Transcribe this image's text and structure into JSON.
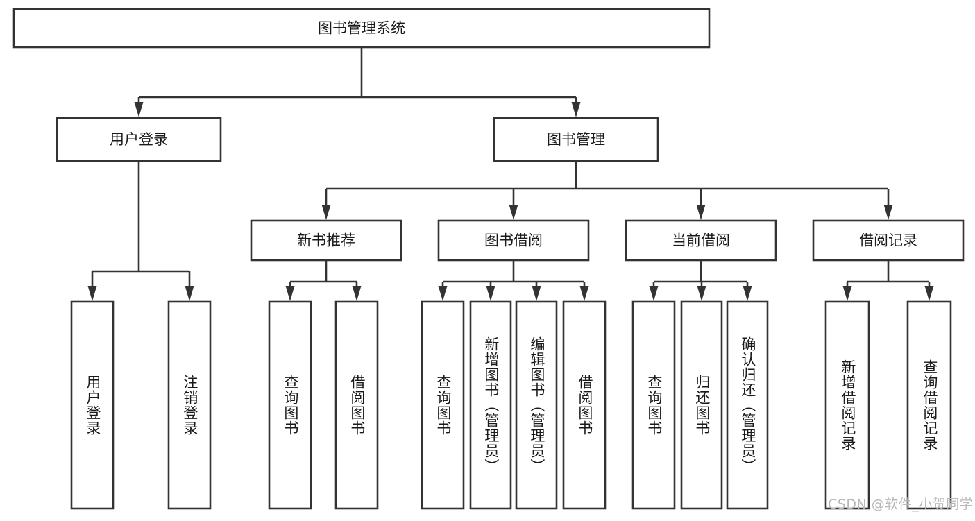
{
  "diagram": {
    "type": "tree",
    "title_node": {
      "label": "图书管理系统"
    },
    "colors": {
      "box_stroke": "#333333",
      "box_fill": "#ffffff",
      "text": "#1a1a1a",
      "watermark": "#b8b8b8",
      "background": "#ffffff"
    },
    "levels": {
      "level1": [
        {
          "id": "root",
          "label": "图书管理系统"
        }
      ],
      "level2": [
        {
          "id": "user-login",
          "label": "用户登录",
          "parent": "root"
        },
        {
          "id": "book-manage",
          "label": "图书管理",
          "parent": "root"
        }
      ],
      "level3": [
        {
          "id": "new-book-rec",
          "label": "新书推荐",
          "parent": "book-manage"
        },
        {
          "id": "book-borrow",
          "label": "图书借阅",
          "parent": "book-manage"
        },
        {
          "id": "current-borrow",
          "label": "当前借阅",
          "parent": "book-manage"
        },
        {
          "id": "borrow-record",
          "label": "借阅记录",
          "parent": "book-manage"
        }
      ],
      "leaves": [
        {
          "id": "leaf-user-login",
          "label": "用户登录",
          "parent": "user-login"
        },
        {
          "id": "leaf-user-logout",
          "label": "注销登录",
          "parent": "user-login"
        },
        {
          "id": "leaf-query-book-1",
          "label": "查询图书",
          "parent": "new-book-rec"
        },
        {
          "id": "leaf-borrow-book-1",
          "label": "借阅图书",
          "parent": "new-book-rec"
        },
        {
          "id": "leaf-query-book-2",
          "label": "查询图书",
          "parent": "book-borrow"
        },
        {
          "id": "leaf-add-book",
          "label": "新增图书（管理员）",
          "parent": "book-borrow"
        },
        {
          "id": "leaf-edit-book",
          "label": "编辑图书（管理员）",
          "parent": "book-borrow"
        },
        {
          "id": "leaf-borrow-book-2",
          "label": "借阅图书",
          "parent": "book-borrow"
        },
        {
          "id": "leaf-query-book-3",
          "label": "查询图书",
          "parent": "current-borrow"
        },
        {
          "id": "leaf-return-book",
          "label": "归还图书",
          "parent": "current-borrow"
        },
        {
          "id": "leaf-confirm-return",
          "label": "确认归还（管理员）",
          "parent": "current-borrow"
        },
        {
          "id": "leaf-add-record",
          "label": "新增借阅记录",
          "parent": "borrow-record"
        },
        {
          "id": "leaf-query-record",
          "label": "查询借阅记录",
          "parent": "borrow-record"
        }
      ]
    }
  },
  "watermark": {
    "text": "CSDN @软件_小贺同学"
  }
}
